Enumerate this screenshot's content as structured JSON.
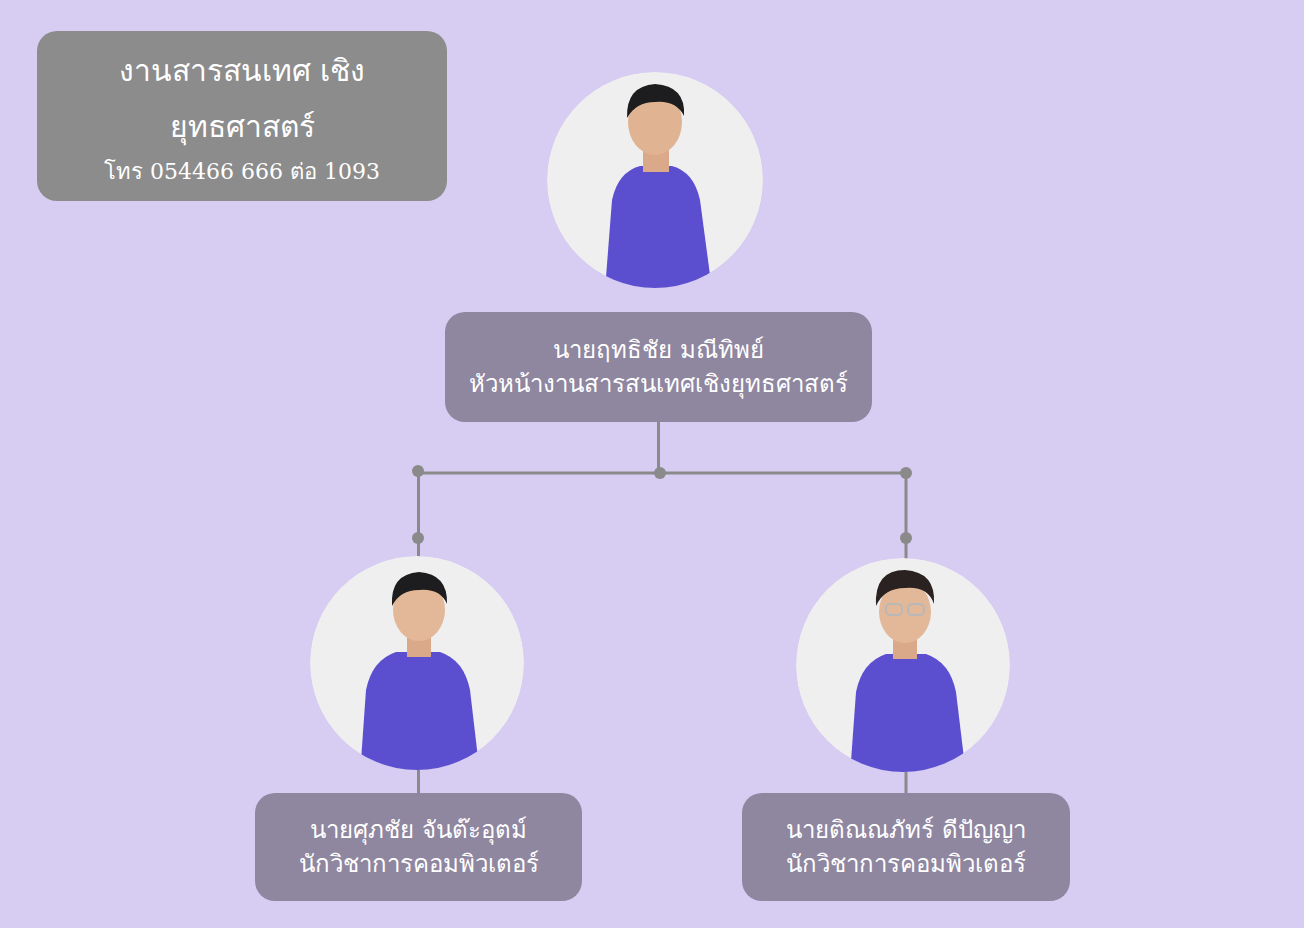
{
  "diagram": {
    "nodes": [
      {
        "text": [
          "งานสารสนเทศ เชิงยุทธศาสตร์",
          "โทร 054466 666 ต่อ 1093"
        ]
      },
      {
        "text": [
          "นายฤทธิชัย มณีทิพย์",
          "หัวหน้างานสารสนเทศเชิงยุทธศาสตร์"
        ]
      },
      {
        "text": [
          "นายศุภชัย จันต๊ะอุตม์",
          "นักวิชาการคอมพิวเตอร์"
        ]
      },
      {
        "text": [
          "นายติณณภัทร์ ดีปัญญา",
          "นักวิชาการคอมพิวเตอร์"
        ]
      }
    ],
    "edges": [
      {
        "from": 1,
        "to": 2,
        "arrow": "none"
      },
      {
        "from": 1,
        "to": 3,
        "arrow": "none"
      }
    ]
  }
}
